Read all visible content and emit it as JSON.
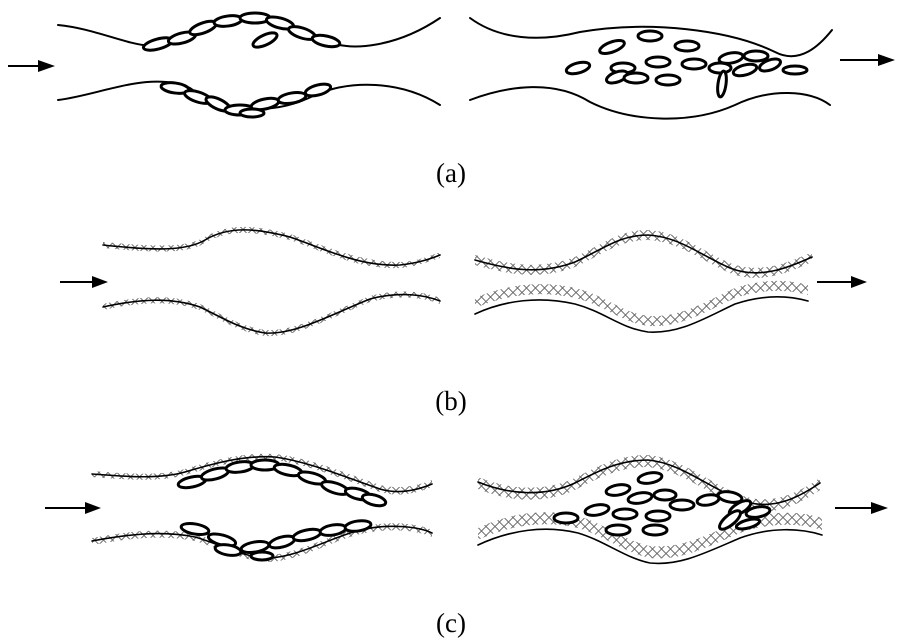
{
  "panels": [
    {
      "id": "a",
      "caption": "(a)"
    },
    {
      "id": "b",
      "caption": "(b)"
    },
    {
      "id": "c",
      "caption": "(c)"
    }
  ],
  "flow_direction": "left-to-right",
  "colors": {
    "ink": "#000000",
    "biofilm": "#555555",
    "background": "#ffffff"
  }
}
